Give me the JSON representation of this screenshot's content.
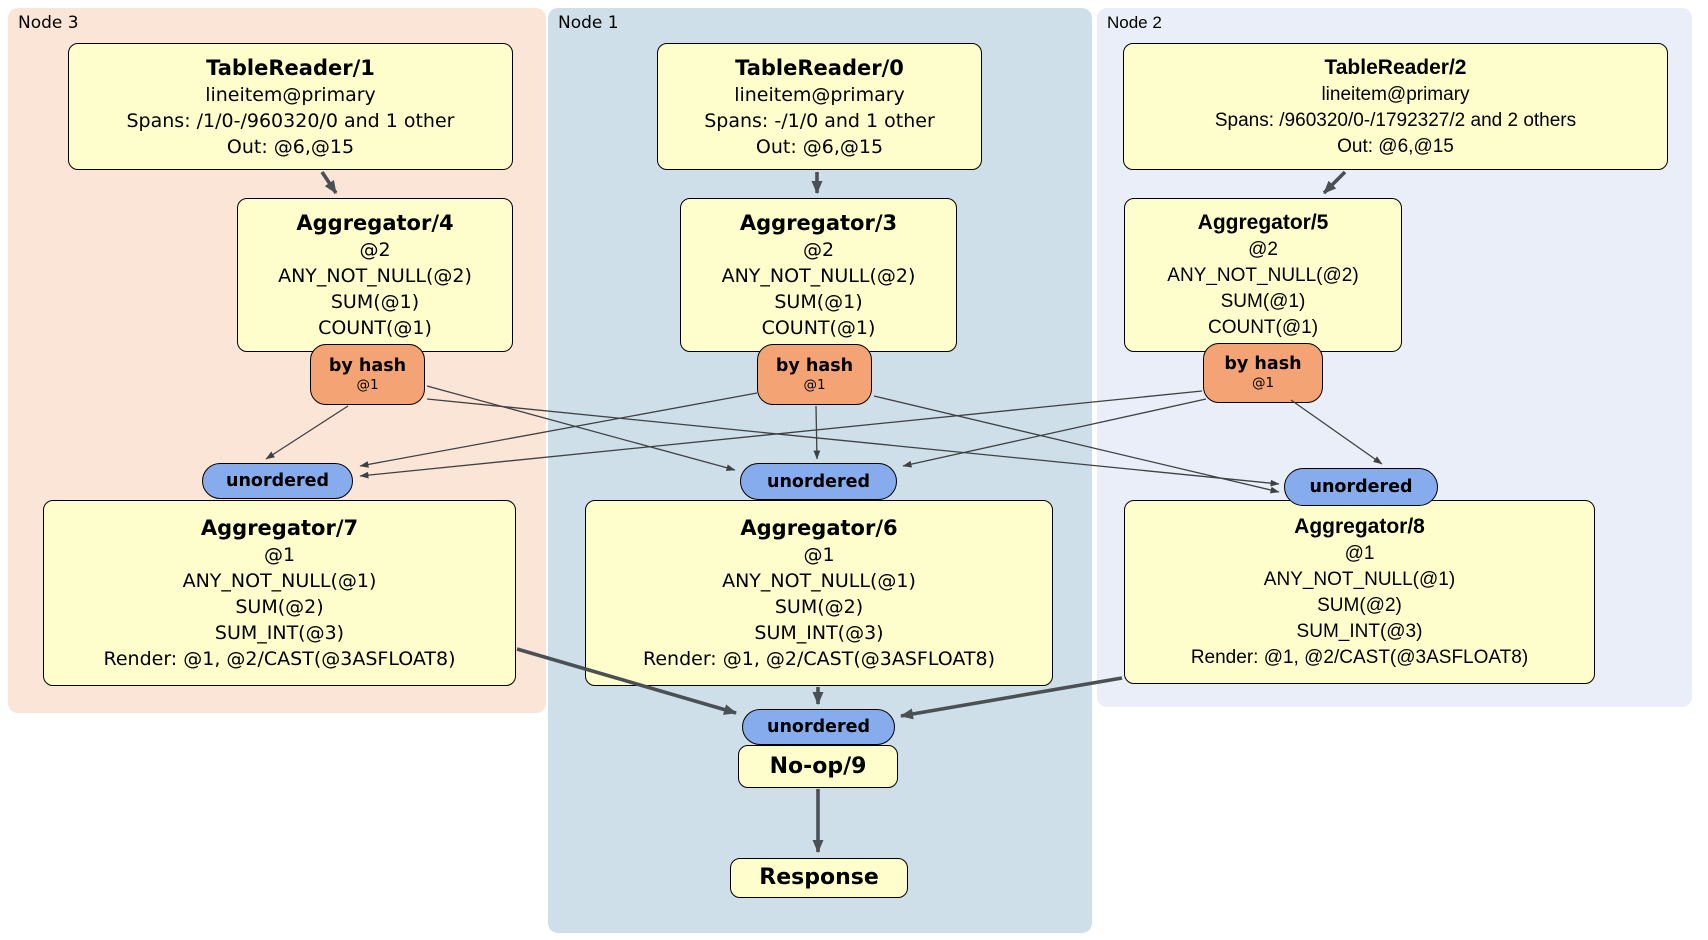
{
  "groups": {
    "node3": {
      "label": "Node 3",
      "tablereader": {
        "title": "TableReader/1",
        "lines": [
          "lineitem@primary",
          "Spans: /1/0-/960320/0 and 1 other",
          "Out: @6,@15"
        ]
      },
      "aggregator_top": {
        "title": "Aggregator/4",
        "lines": [
          "@2",
          "ANY_NOT_NULL(@2)",
          "SUM(@1)",
          "COUNT(@1)"
        ]
      },
      "router": {
        "label": "by hash",
        "detail": "@1"
      },
      "sync": {
        "label": "unordered"
      },
      "aggregator_bottom": {
        "title": "Aggregator/7",
        "lines": [
          "@1",
          "ANY_NOT_NULL(@1)",
          "SUM(@2)",
          "SUM_INT(@3)",
          "Render: @1, @2/CAST(@3ASFLOAT8)"
        ]
      }
    },
    "node1": {
      "label": "Node 1",
      "tablereader": {
        "title": "TableReader/0",
        "lines": [
          "lineitem@primary",
          "Spans: -/1/0 and 1 other",
          "Out: @6,@15"
        ]
      },
      "aggregator_top": {
        "title": "Aggregator/3",
        "lines": [
          "@2",
          "ANY_NOT_NULL(@2)",
          "SUM(@1)",
          "COUNT(@1)"
        ]
      },
      "router": {
        "label": "by hash",
        "detail": "@1"
      },
      "sync": {
        "label": "unordered"
      },
      "aggregator_bottom": {
        "title": "Aggregator/6",
        "lines": [
          "@1",
          "ANY_NOT_NULL(@1)",
          "SUM(@2)",
          "SUM_INT(@3)",
          "Render: @1, @2/CAST(@3ASFLOAT8)"
        ]
      },
      "final_sync": {
        "label": "unordered"
      },
      "noop": {
        "title": "No-op/9"
      },
      "response": {
        "title": "Response"
      }
    },
    "node2": {
      "label": "Node 2",
      "tablereader": {
        "title": "TableReader/2",
        "lines": [
          "lineitem@primary",
          "Spans: /960320/0-/1792327/2 and 2 others",
          "Out: @6,@15"
        ]
      },
      "aggregator_top": {
        "title": "Aggregator/5",
        "lines": [
          "@2",
          "ANY_NOT_NULL(@2)",
          "SUM(@1)",
          "COUNT(@1)"
        ]
      },
      "router": {
        "label": "by hash",
        "detail": "@1"
      },
      "sync": {
        "label": "unordered"
      },
      "aggregator_bottom": {
        "title": "Aggregator/8",
        "lines": [
          "@1",
          "ANY_NOT_NULL(@1)",
          "SUM(@2)",
          "SUM_INT(@3)",
          "Render: @1, @2/CAST(@3ASFLOAT8)"
        ]
      }
    }
  },
  "colors": {
    "node3_bg": "#fbe5d7",
    "node1_bg": "#cfdfe9",
    "node2_bg": "#e9eef8",
    "processor_fill": "#fefecd",
    "router_fill": "#f4a474",
    "sync_fill": "#87aced",
    "shape_border": "#000000",
    "edge_thin": "#3f4043",
    "edge_thick": "#4b5055"
  }
}
